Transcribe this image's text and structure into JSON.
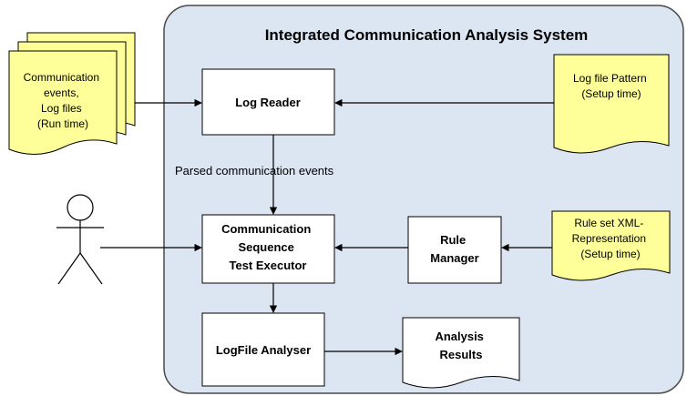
{
  "system": {
    "title": "Integrated Communication Analysis System"
  },
  "inputs": {
    "events": [
      "Communication",
      "events,",
      "Log files",
      "(Run time)"
    ],
    "log_pattern": [
      "Log file Pattern",
      "(Setup time)"
    ],
    "rule_set": [
      "Rule set XML-",
      "Representation",
      "(Setup time)"
    ]
  },
  "components": {
    "log_reader": "Log Reader",
    "executor": [
      "Communication",
      "Sequence",
      "Test Executor"
    ],
    "rule_manager": [
      "Rule",
      "Manager"
    ],
    "analyser": "LogFile Analyser"
  },
  "outputs": {
    "results": [
      "Analysis",
      "Results"
    ]
  },
  "edge_labels": {
    "parsed_events": "Parsed communication events"
  },
  "colors": {
    "system_fill": "#dce6f2",
    "system_stroke": "#4a4a4a",
    "document_fill": "#ffff99",
    "box_fill": "#ffffff",
    "line": "#000000"
  }
}
